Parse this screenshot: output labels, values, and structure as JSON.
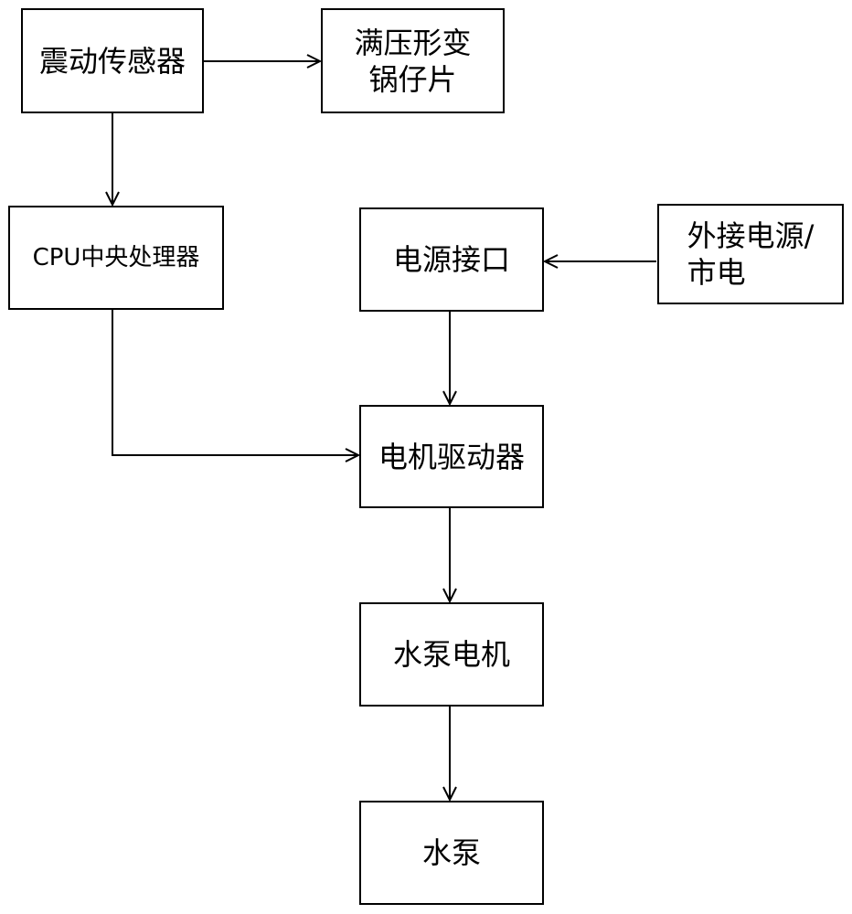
{
  "diagram": {
    "nodes": {
      "vibration_sensor": "震动传感器",
      "buzzer": "满压形变\n锅仔片",
      "cpu": "CPU中央处理器",
      "power_interface": "电源接口",
      "external_power": "外接电源/\n市电",
      "motor_driver": "电机驱动器",
      "pump_motor": "水泵电机",
      "pump": "水泵"
    },
    "edges": [
      {
        "from": "vibration_sensor",
        "to": "buzzer"
      },
      {
        "from": "vibration_sensor",
        "to": "cpu"
      },
      {
        "from": "external_power",
        "to": "power_interface"
      },
      {
        "from": "power_interface",
        "to": "motor_driver"
      },
      {
        "from": "cpu",
        "to": "motor_driver"
      },
      {
        "from": "motor_driver",
        "to": "pump_motor"
      },
      {
        "from": "pump_motor",
        "to": "pump"
      }
    ]
  }
}
